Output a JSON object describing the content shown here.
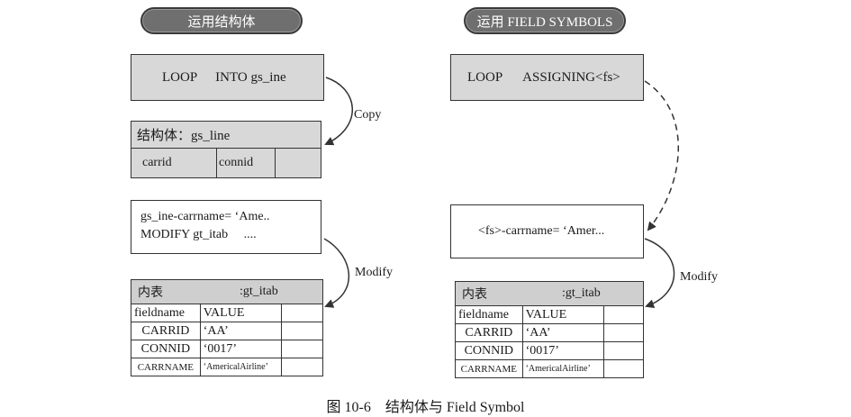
{
  "left": {
    "title": "运用结构体",
    "loop_box": [
      "LOOP",
      "INTO gs_ine"
    ],
    "arrow1_label": "Copy",
    "struct": {
      "header": "结构体：gs_line",
      "fields": [
        "carrid",
        "connid",
        ""
      ]
    },
    "code_box": [
      "gs_ine-carrname= ‘Ame..",
      "MODIFY gt_itab     ...."
    ],
    "arrow2_label": "Modify",
    "itab": {
      "header_left": "内表",
      "header_right": ":gt_itab",
      "col1": "fieldname",
      "col2": "VALUE",
      "rows": [
        [
          "CARRID",
          "‘AA’"
        ],
        [
          "CONNID",
          "‘0017’"
        ],
        [
          "CARRNAME",
          "‘AmericalAirline’"
        ]
      ]
    }
  },
  "right": {
    "title": "运用 FIELD SYMBOLS",
    "loop_box": [
      "LOOP",
      "ASSIGNING<fs>"
    ],
    "code_box": "<fs>-carrname= ‘Amer...",
    "arrow_label": "Modify",
    "itab": {
      "header_left": "内表",
      "header_right": ":gt_itab",
      "col1": "fieldname",
      "col2": "VALUE",
      "rows": [
        [
          "CARRID",
          "‘AA’"
        ],
        [
          "CONNID",
          "‘0017’"
        ],
        [
          "CARRNAME",
          "‘AmericalAirline’"
        ]
      ]
    }
  },
  "caption": "图 10-6    结构体与 Field Symbol",
  "colors": {
    "box_gray": "#d8d8d8",
    "pill_gray": "#6f6f6f",
    "line": "#333333"
  }
}
